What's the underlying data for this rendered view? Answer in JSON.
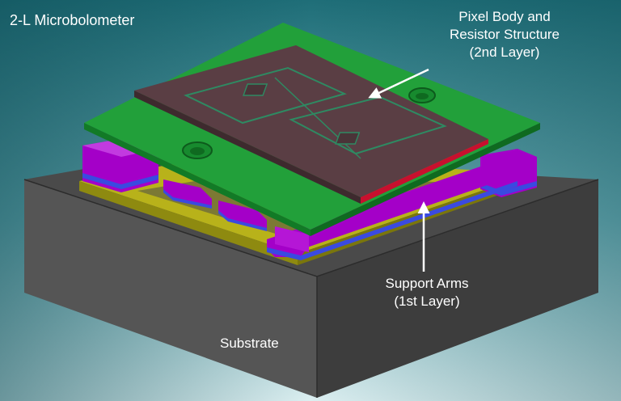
{
  "title": "2-L Microbolometer",
  "labels": {
    "pixel_body": [
      "Pixel Body and",
      "Resistor Structure",
      "(2nd Layer)"
    ],
    "support_arms": [
      "Support Arms",
      "(1st Layer)"
    ],
    "substrate": "Substrate"
  },
  "colors": {
    "background_top": "#1f6e78",
    "background_bottom": "#d8ecef",
    "substrate_top": "#4a4a4a",
    "substrate_left": "#555555",
    "substrate_right": "#3e3e3e",
    "yellow_layer": "#b8b21a",
    "support_arm": "#a400c8",
    "green_layer": "#22a03a",
    "pixel_body": "#5a3e44",
    "resistor_edge": "#c8102e",
    "arrow": "#ffffff"
  }
}
